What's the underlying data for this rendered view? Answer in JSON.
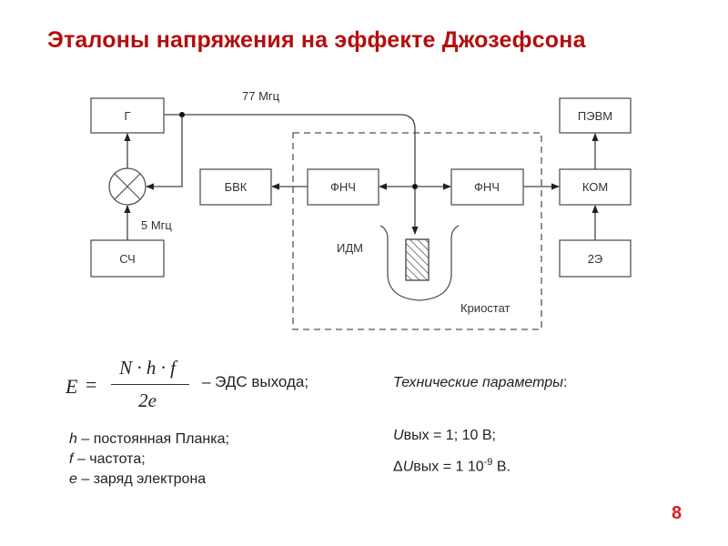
{
  "title": "Эталоны напряжения на эффекте Джозефсона",
  "diagram": {
    "blocks": {
      "generator": "Г",
      "synthesizer": "СЧ",
      "bvk": "БВК",
      "lpf_left": "ФНЧ",
      "lpf_right": "ФНЧ",
      "pc": "ПЭВМ",
      "comparator": "КОМ",
      "reference": "2Э"
    },
    "labels": {
      "freq_77": "77 Мгц",
      "freq_5": "5 Мгц",
      "idm": "ИДМ",
      "cryostat": "Криостат"
    }
  },
  "formula": {
    "lhs": "E",
    "equals": "=",
    "numerator": "N · h · f",
    "denominator": "2e",
    "description": "– ЭДС выхода;"
  },
  "legend": [
    {
      "symbol": "h",
      "text": " – постоянная Планка;"
    },
    {
      "symbol": "f",
      "text": " – частота;"
    },
    {
      "symbol": "e",
      "text": " – заряд электрона"
    }
  ],
  "params": {
    "heading": "Технические параметры",
    "heading_colon": ":",
    "u_symbol": "U",
    "u_sub": "вых",
    "u_value": " = 1;  10 В;",
    "du_prefix": "Δ",
    "du_symbol": "U",
    "du_sub": "вых",
    "du_value": " = 1 10",
    "du_exp": "-9",
    "du_unit": " В."
  },
  "page_number": "8"
}
